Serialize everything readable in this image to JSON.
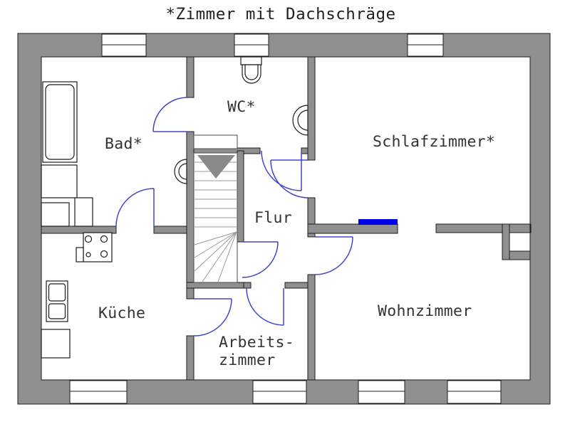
{
  "title": "*Zimmer mit Dachschräge",
  "rooms": {
    "bad": {
      "label": "Bad*"
    },
    "wc": {
      "label": "WC*"
    },
    "schlafzimmer": {
      "label": "Schlafzimmer*"
    },
    "flur": {
      "label": "Flur"
    },
    "kueche": {
      "label": "Küche"
    },
    "arbeitszimmer": {
      "label_line1": "Arbeits-",
      "label_line2": "zimmer"
    },
    "wohnzimmer": {
      "label": "Wohnzimmer"
    }
  },
  "colors": {
    "wall_fill": "#8f8f8f",
    "outline": "#1c1c1c",
    "door_arc": "#4444cc",
    "sliding_door": "#0000e8",
    "label_text": "#333333",
    "stair_tread": "#9a9a9a",
    "title_text": "#1f1f1f"
  }
}
